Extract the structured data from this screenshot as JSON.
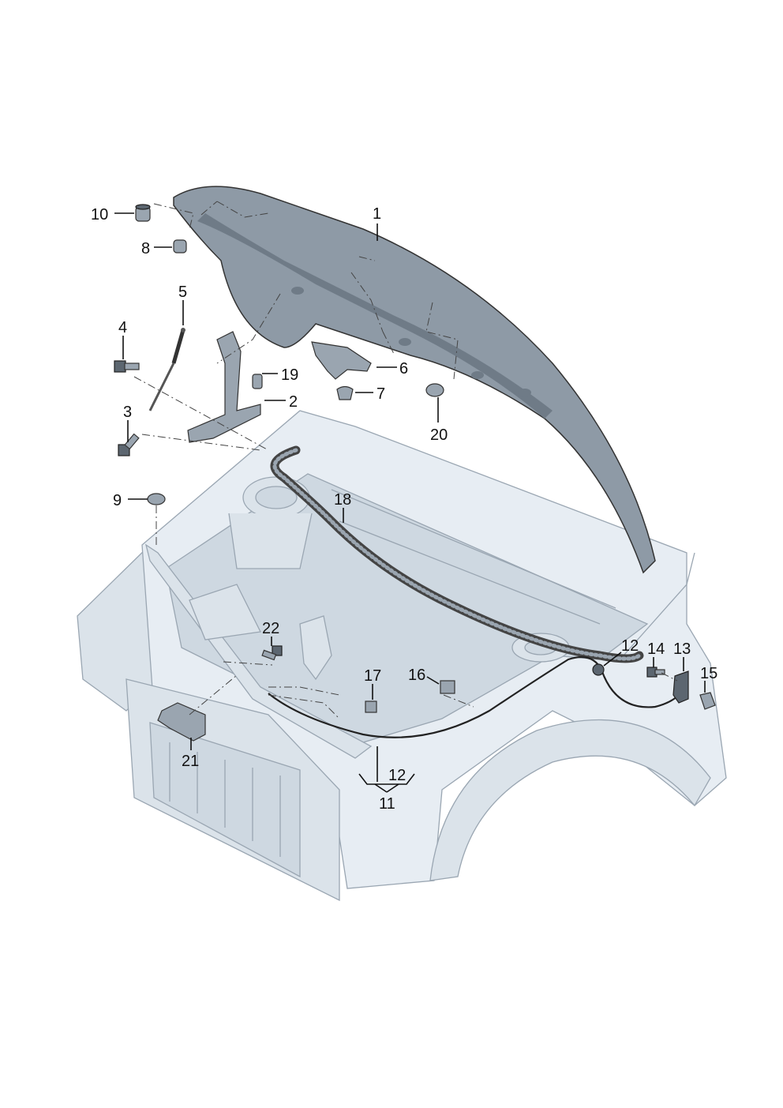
{
  "callouts": {
    "c1": "1",
    "c2": "2",
    "c3": "3",
    "c4": "4",
    "c5": "5",
    "c6": "6",
    "c7": "7",
    "c8": "8",
    "c9": "9",
    "c10": "10",
    "c11": "11",
    "c12a": "12",
    "c12b": "12",
    "c13": "13",
    "c14": "14",
    "c15": "15",
    "c16": "16",
    "c17": "17",
    "c18": "18",
    "c19": "19",
    "c20": "20",
    "c21": "21",
    "c22": "22"
  }
}
